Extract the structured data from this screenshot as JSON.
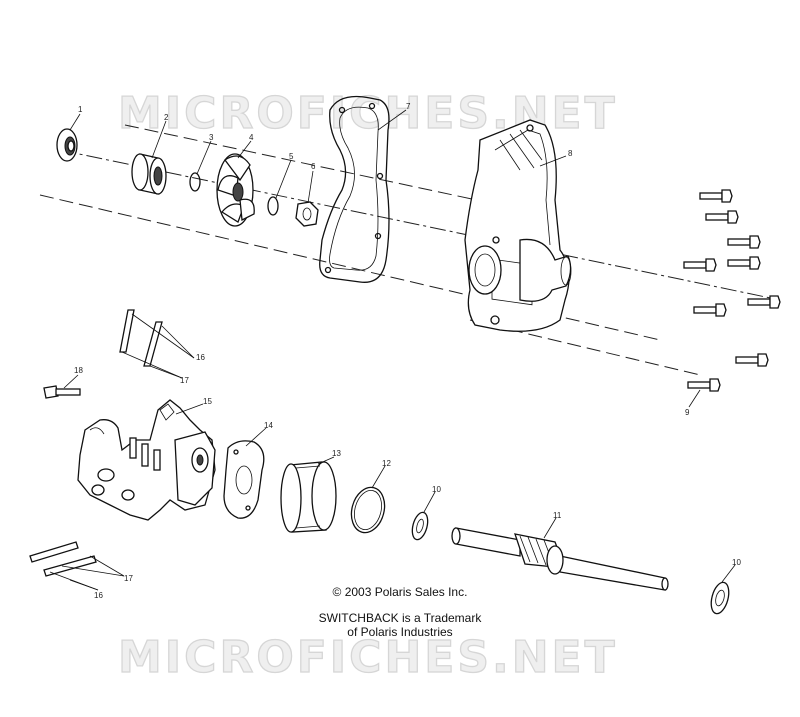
{
  "watermarks": {
    "top": "MICROFICHES.NET",
    "bottom": "MICROFICHES.NET"
  },
  "copyright": {
    "line1": "© 2003 Polaris Sales Inc.",
    "line2": "SWITCHBACK is a Trademark",
    "line3": "of Polaris Industries"
  },
  "callouts": {
    "c1": "1",
    "c2": "2",
    "c3": "3",
    "c4": "4",
    "c5": "5",
    "c6": "6",
    "c7": "7",
    "c8": "8",
    "c9": "9",
    "c10a": "10",
    "c10b": "10",
    "c11": "11",
    "c12": "12",
    "c13": "13",
    "c14": "14",
    "c15": "15",
    "c16a": "16",
    "c16b": "16",
    "c17a": "17",
    "c17b": "17",
    "c18": "18"
  }
}
